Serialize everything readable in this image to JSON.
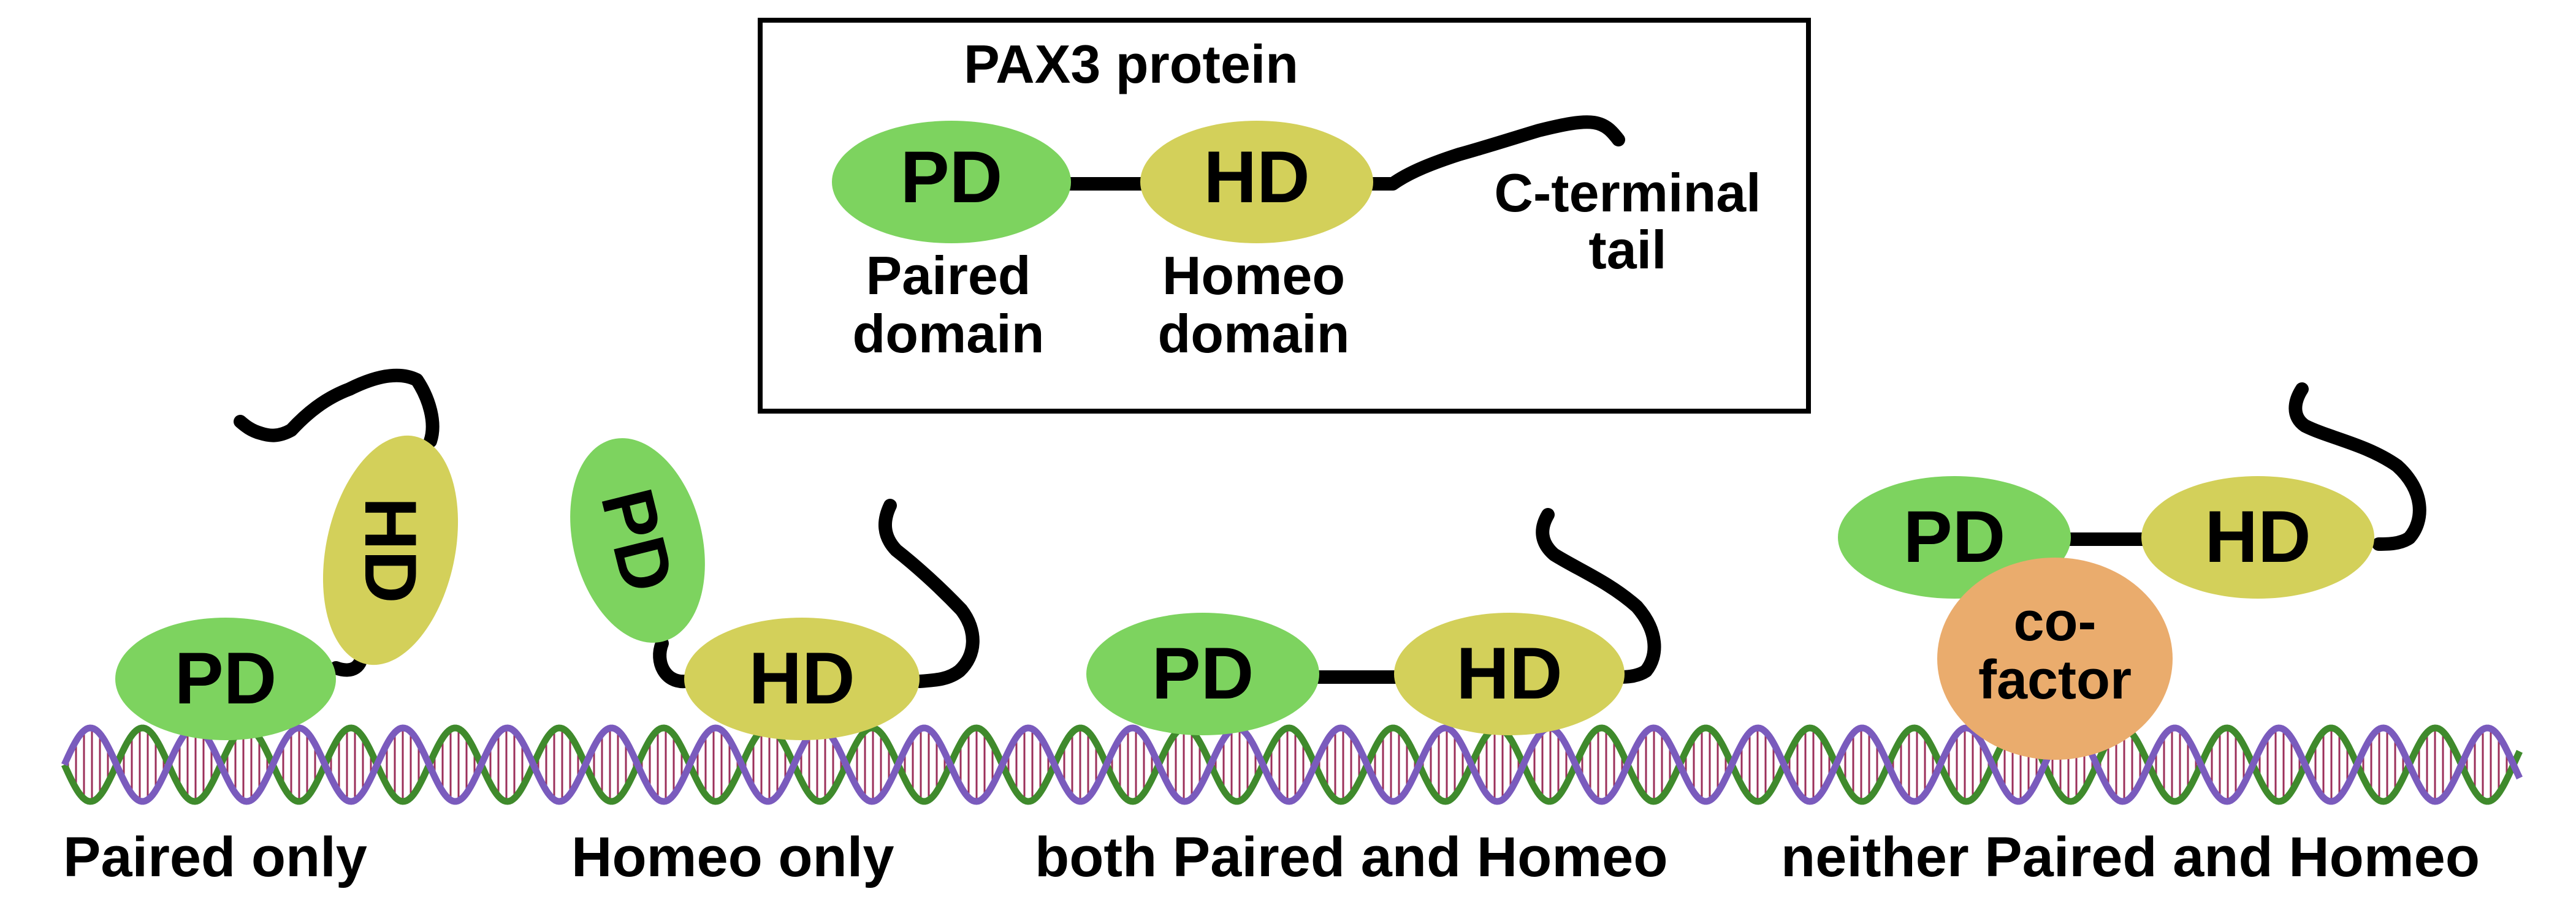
{
  "legend": {
    "title": "PAX3 protein",
    "pd_label": "PD",
    "hd_label": "HD",
    "pd_name_line1": "Paired",
    "pd_name_line2": "domain",
    "hd_name_line1": "Homeo",
    "hd_name_line2": "domain",
    "tail_line1": "C-terminal",
    "tail_line2": "tail"
  },
  "scenarios": [
    {
      "caption": "Paired only",
      "pd_label": "PD",
      "hd_label": "HD"
    },
    {
      "caption": "Homeo only",
      "pd_label": "PD",
      "hd_label": "HD"
    },
    {
      "caption": "both Paired and Homeo",
      "pd_label": "PD",
      "hd_label": "HD"
    },
    {
      "caption": "neither Paired and Homeo",
      "pd_label": "PD",
      "hd_label": "HD",
      "cofactor_line1": "co-",
      "cofactor_line2": "factor"
    }
  ],
  "colors": {
    "paired_domain": "#7dd35f",
    "homeo_domain": "#d3d05a",
    "cofactor": "#eaac6d",
    "dna_strand_a": "#3f8a2c",
    "dna_strand_b": "#7a5bbd",
    "dna_rungs": "#9b2f5a",
    "outline": "#000000"
  }
}
